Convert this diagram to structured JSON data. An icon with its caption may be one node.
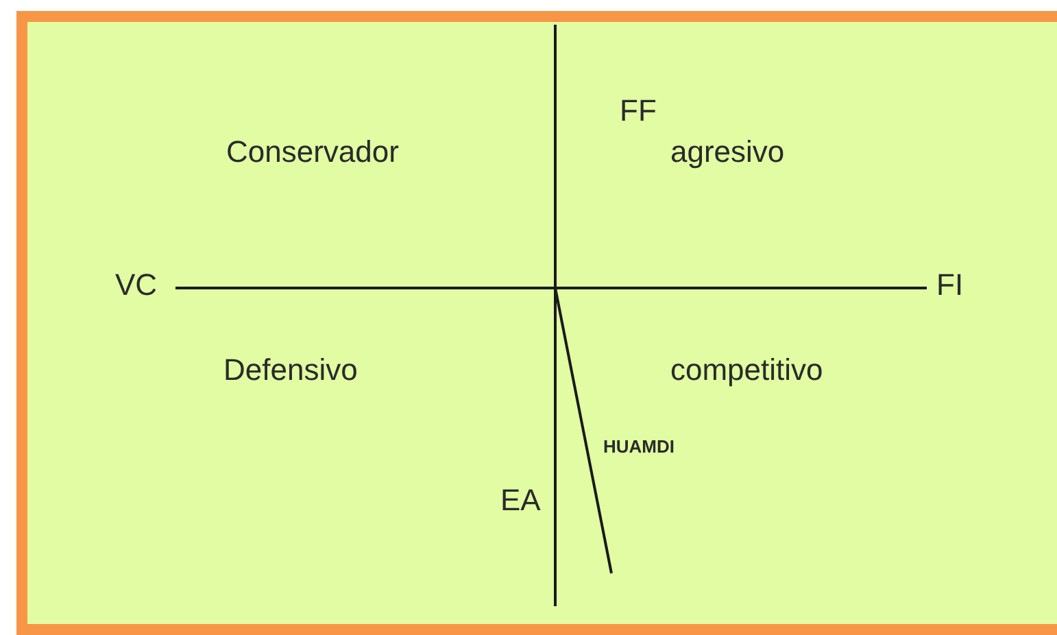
{
  "diagram": {
    "labels": [
      "FF",
      "Conservador",
      "agresivo",
      "VC",
      "FI",
      "Defensivo",
      "competitivo",
      "HUAMDI",
      "EA"
    ]
  }
}
